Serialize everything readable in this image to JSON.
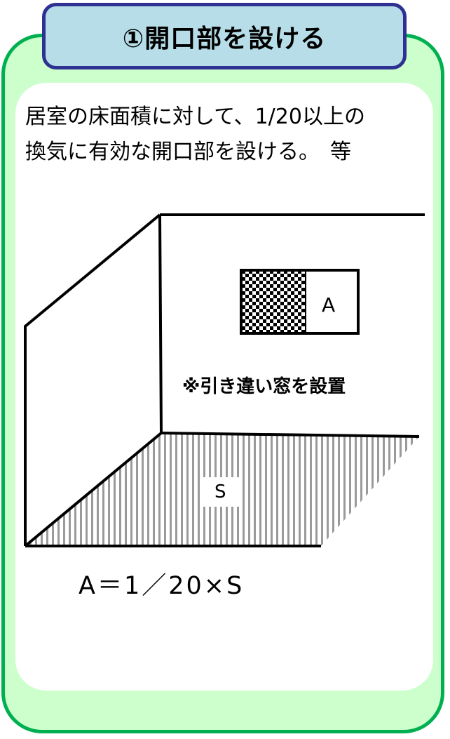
{
  "title": "①開口部を設ける",
  "description": {
    "line1": "居室の床面積に対して、1/20以上の",
    "line2": "換気に有効な開口部を設ける。　等"
  },
  "diagram": {
    "window_label": "A",
    "floor_label": "S",
    "note": "※引き違い窓を設置",
    "formula": "A＝1／20×S"
  },
  "colors": {
    "outer_border": "#00b050",
    "outer_fill": "#ccffcc",
    "title_border": "#2e3192",
    "title_fill": "#b7dee8"
  }
}
